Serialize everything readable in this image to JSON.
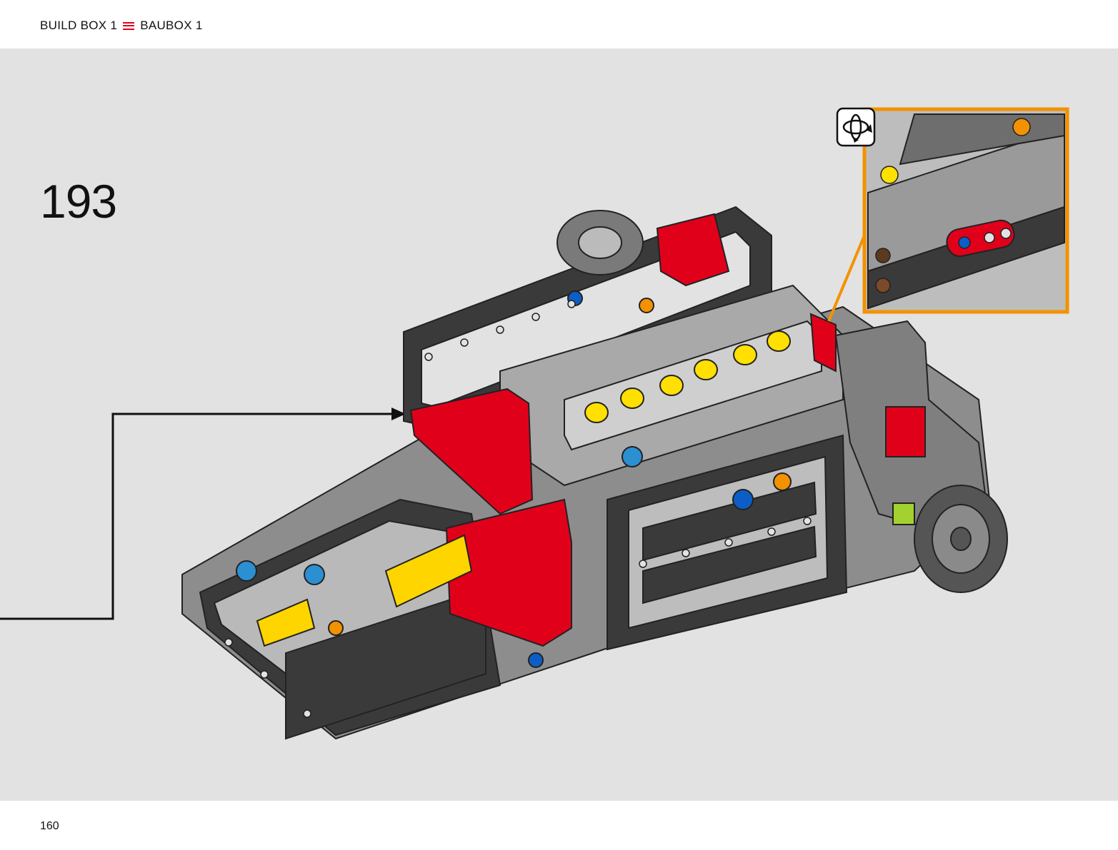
{
  "header": {
    "left_label": "BUILD BOX 1",
    "right_label": "BAUBOX 1",
    "separator_icon": "equivalence-lines-icon",
    "accent_color": "#e1001a"
  },
  "step": {
    "number": "193"
  },
  "callout": {
    "rotate_icon": "rotate-model-icon",
    "border_color": "#f39200"
  },
  "footer": {
    "page_number": "160"
  }
}
